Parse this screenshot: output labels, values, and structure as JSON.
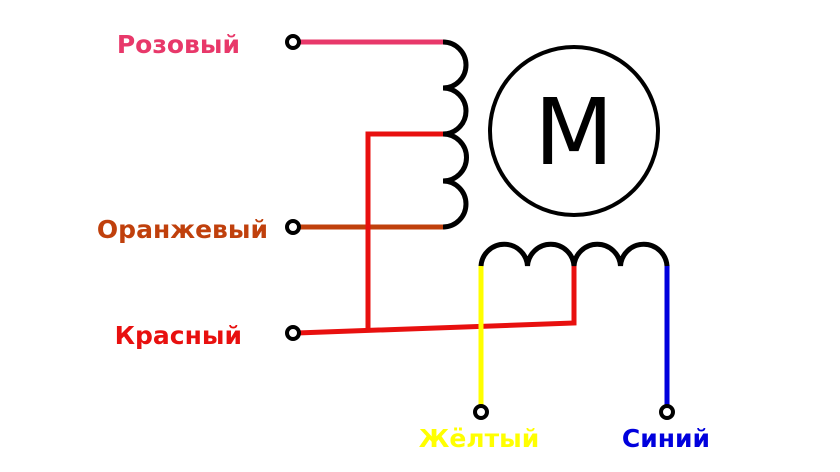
{
  "motor": {
    "label": "M"
  },
  "wires": {
    "pink": {
      "label": "Розовый",
      "color": "#e8386a"
    },
    "orange": {
      "label": "Оранжевый",
      "color": "#c0400c"
    },
    "red": {
      "label": "Красный",
      "color": "#e8100f"
    },
    "yellow": {
      "label": "Жёлтый",
      "color": "#ffff00"
    },
    "blue": {
      "label": "Синий",
      "color": "#0000dd"
    }
  }
}
